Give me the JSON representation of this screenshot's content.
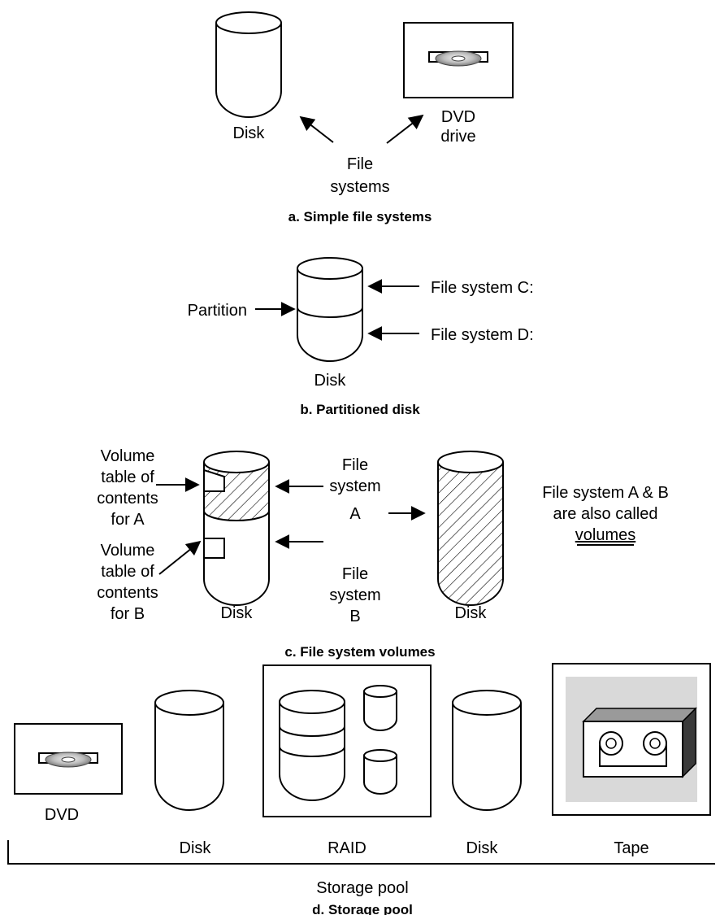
{
  "panel_a": {
    "disk_label": "Disk",
    "dvd_label_1": "DVD",
    "dvd_label_2": "drive",
    "fs_label_1": "File",
    "fs_label_2": "systems",
    "caption": "a. Simple file systems"
  },
  "panel_b": {
    "partition_label": "Partition",
    "fs_c_label": "File system C:",
    "fs_d_label": "File system D:",
    "disk_label": "Disk",
    "caption": "b. Partitioned disk"
  },
  "panel_c": {
    "vtoc_a_lines": [
      "Volume",
      "table of",
      "contents",
      "for A"
    ],
    "vtoc_b_lines": [
      "Volume",
      "table of",
      "contents",
      "for B"
    ],
    "disk1_label": "Disk",
    "fs_a_lines": [
      "File",
      "system",
      "A"
    ],
    "fs_b_lines": [
      "File",
      "system",
      "B"
    ],
    "disk2_label": "Disk",
    "note_line_1": "File system A & B",
    "note_line_2": "are also called",
    "note_line_3": "volumes",
    "caption": "c. File system volumes"
  },
  "panel_d": {
    "dvd_label": "DVD",
    "disk1_label": "Disk",
    "raid_label": "RAID",
    "disk2_label": "Disk",
    "tape_label": "Tape",
    "pool_label": "Storage pool",
    "caption": "d. Storage pool"
  }
}
